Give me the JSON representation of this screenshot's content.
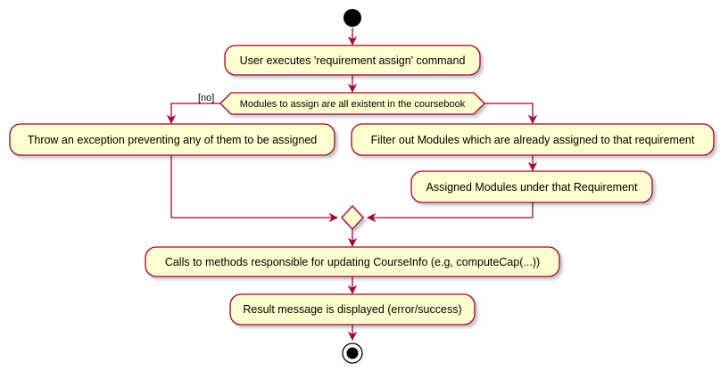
{
  "colors": {
    "edge": "#A80036",
    "node_fill": "#FEFECE",
    "node_stroke": "#A80036",
    "shadow": "#D9D9D9",
    "start": "#000000"
  },
  "decision": {
    "label": "Modules to assign are all existent in the coursebook",
    "guard_no": "[no]"
  },
  "actions": {
    "execute": "User executes 'requirement assign' command",
    "throw": "Throw an exception preventing any of them to be assigned",
    "filter": "Filter out Modules which are already assigned to that requirement",
    "assigned": "Assigned Modules under that Requirement",
    "calls": "Calls to methods responsible for updating CourseInfo (e.g, computeCap(...))",
    "result": "Result message is displayed (error/success)"
  }
}
